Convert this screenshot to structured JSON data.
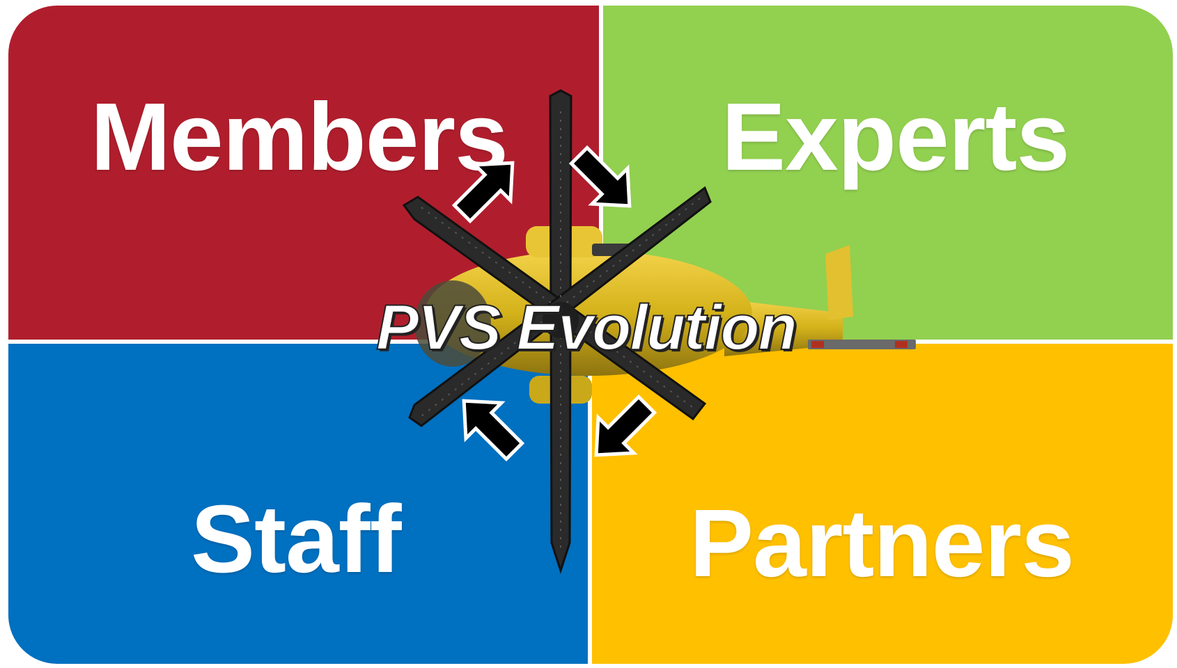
{
  "quadrants": {
    "members": {
      "label": "Members",
      "color": "#B01E2D"
    },
    "experts": {
      "label": "Experts",
      "color": "#92D050"
    },
    "staff": {
      "label": "Staff",
      "color": "#0070C0"
    },
    "partners": {
      "label": "Partners",
      "color": "#FFC000"
    }
  },
  "center": {
    "title": "PVS Evolution",
    "image": "yellow-lego-helicopter-top-view",
    "rotor_color": "#2a2a2a",
    "body_color": "#D4B21A"
  },
  "arrows": [
    {
      "name": "arrow-to-members",
      "icon": "arrow-up-right-icon"
    },
    {
      "name": "arrow-to-experts",
      "icon": "arrow-down-right-icon"
    },
    {
      "name": "arrow-to-staff",
      "icon": "arrow-up-left-icon"
    },
    {
      "name": "arrow-to-partners",
      "icon": "arrow-down-left-icon"
    }
  ]
}
